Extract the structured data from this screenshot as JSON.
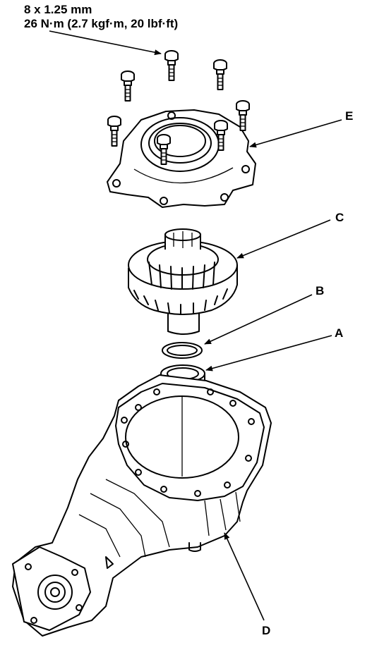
{
  "spec": {
    "line1": "8 x 1.25 mm",
    "line2": "26 N·m (2.7 kgf·m, 20 lbf·ft)"
  },
  "callouts": {
    "a": "A",
    "b": "B",
    "c": "C",
    "d": "D",
    "e": "E"
  }
}
